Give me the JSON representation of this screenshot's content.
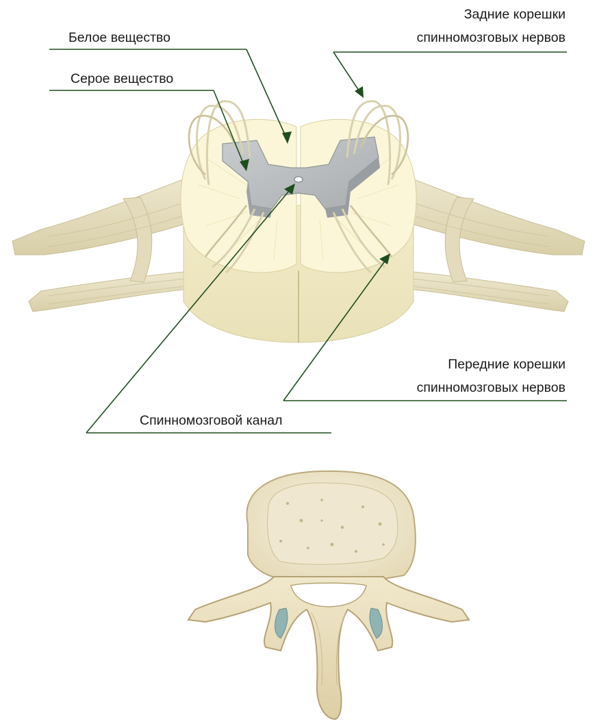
{
  "labels": {
    "white_matter": "Белое вещество",
    "gray_matter": "Серое вещество",
    "posterior_roots_line1": "Задние корешки",
    "posterior_roots_line2": "спинномозговых нервов",
    "anterior_roots_line1": "Передние корешки",
    "anterior_roots_line2": "спинномозговых нервов",
    "central_canal": "Спинномозговой канал"
  },
  "colors": {
    "leader_line": "#1e4d1e",
    "white_matter": "#fbf6d8",
    "gray_matter": "#b8bcbe",
    "nerve": "#e7e0c2",
    "bone": "#eee4c6"
  }
}
